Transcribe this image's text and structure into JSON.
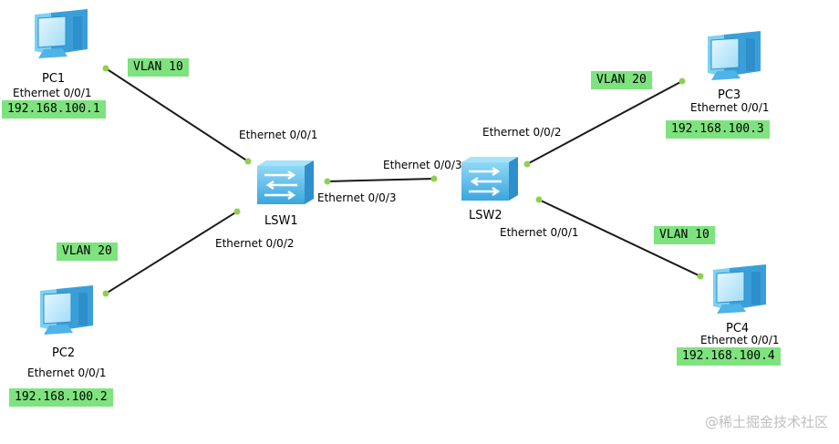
{
  "devices": {
    "pc1": {
      "name": "PC1",
      "port": "Ethernet 0/0/1",
      "ip": "192.168.100.1",
      "vlan": "VLAN 10"
    },
    "pc2": {
      "name": "PC2",
      "port": "Ethernet 0/0/1",
      "ip": "192.168.100.2",
      "vlan": "VLAN 20"
    },
    "pc3": {
      "name": "PC3",
      "port": "Ethernet 0/0/1",
      "ip": "192.168.100.3",
      "vlan": "VLAN 20"
    },
    "pc4": {
      "name": "PC4",
      "port": "Ethernet 0/0/1",
      "ip": "192.168.100.4",
      "vlan": "VLAN 10"
    },
    "lsw1": {
      "name": "LSW1",
      "port_pc1": "Ethernet 0/0/1",
      "port_pc2": "Ethernet 0/0/2",
      "port_lsw2": "Ethernet 0/0/3"
    },
    "lsw2": {
      "name": "LSW2",
      "port_pc3": "Ethernet 0/0/2",
      "port_pc4": "Ethernet 0/0/1",
      "port_lsw1": "Ethernet 0/0/3"
    }
  },
  "watermark": "@稀土掘金技术社区",
  "colors": {
    "tag": "#7ee37e",
    "port_dot": "#8fd14f",
    "link": "#1a1a1a",
    "pc_body": "#4fb3e8",
    "switch_body": "#5cc0ec"
  }
}
